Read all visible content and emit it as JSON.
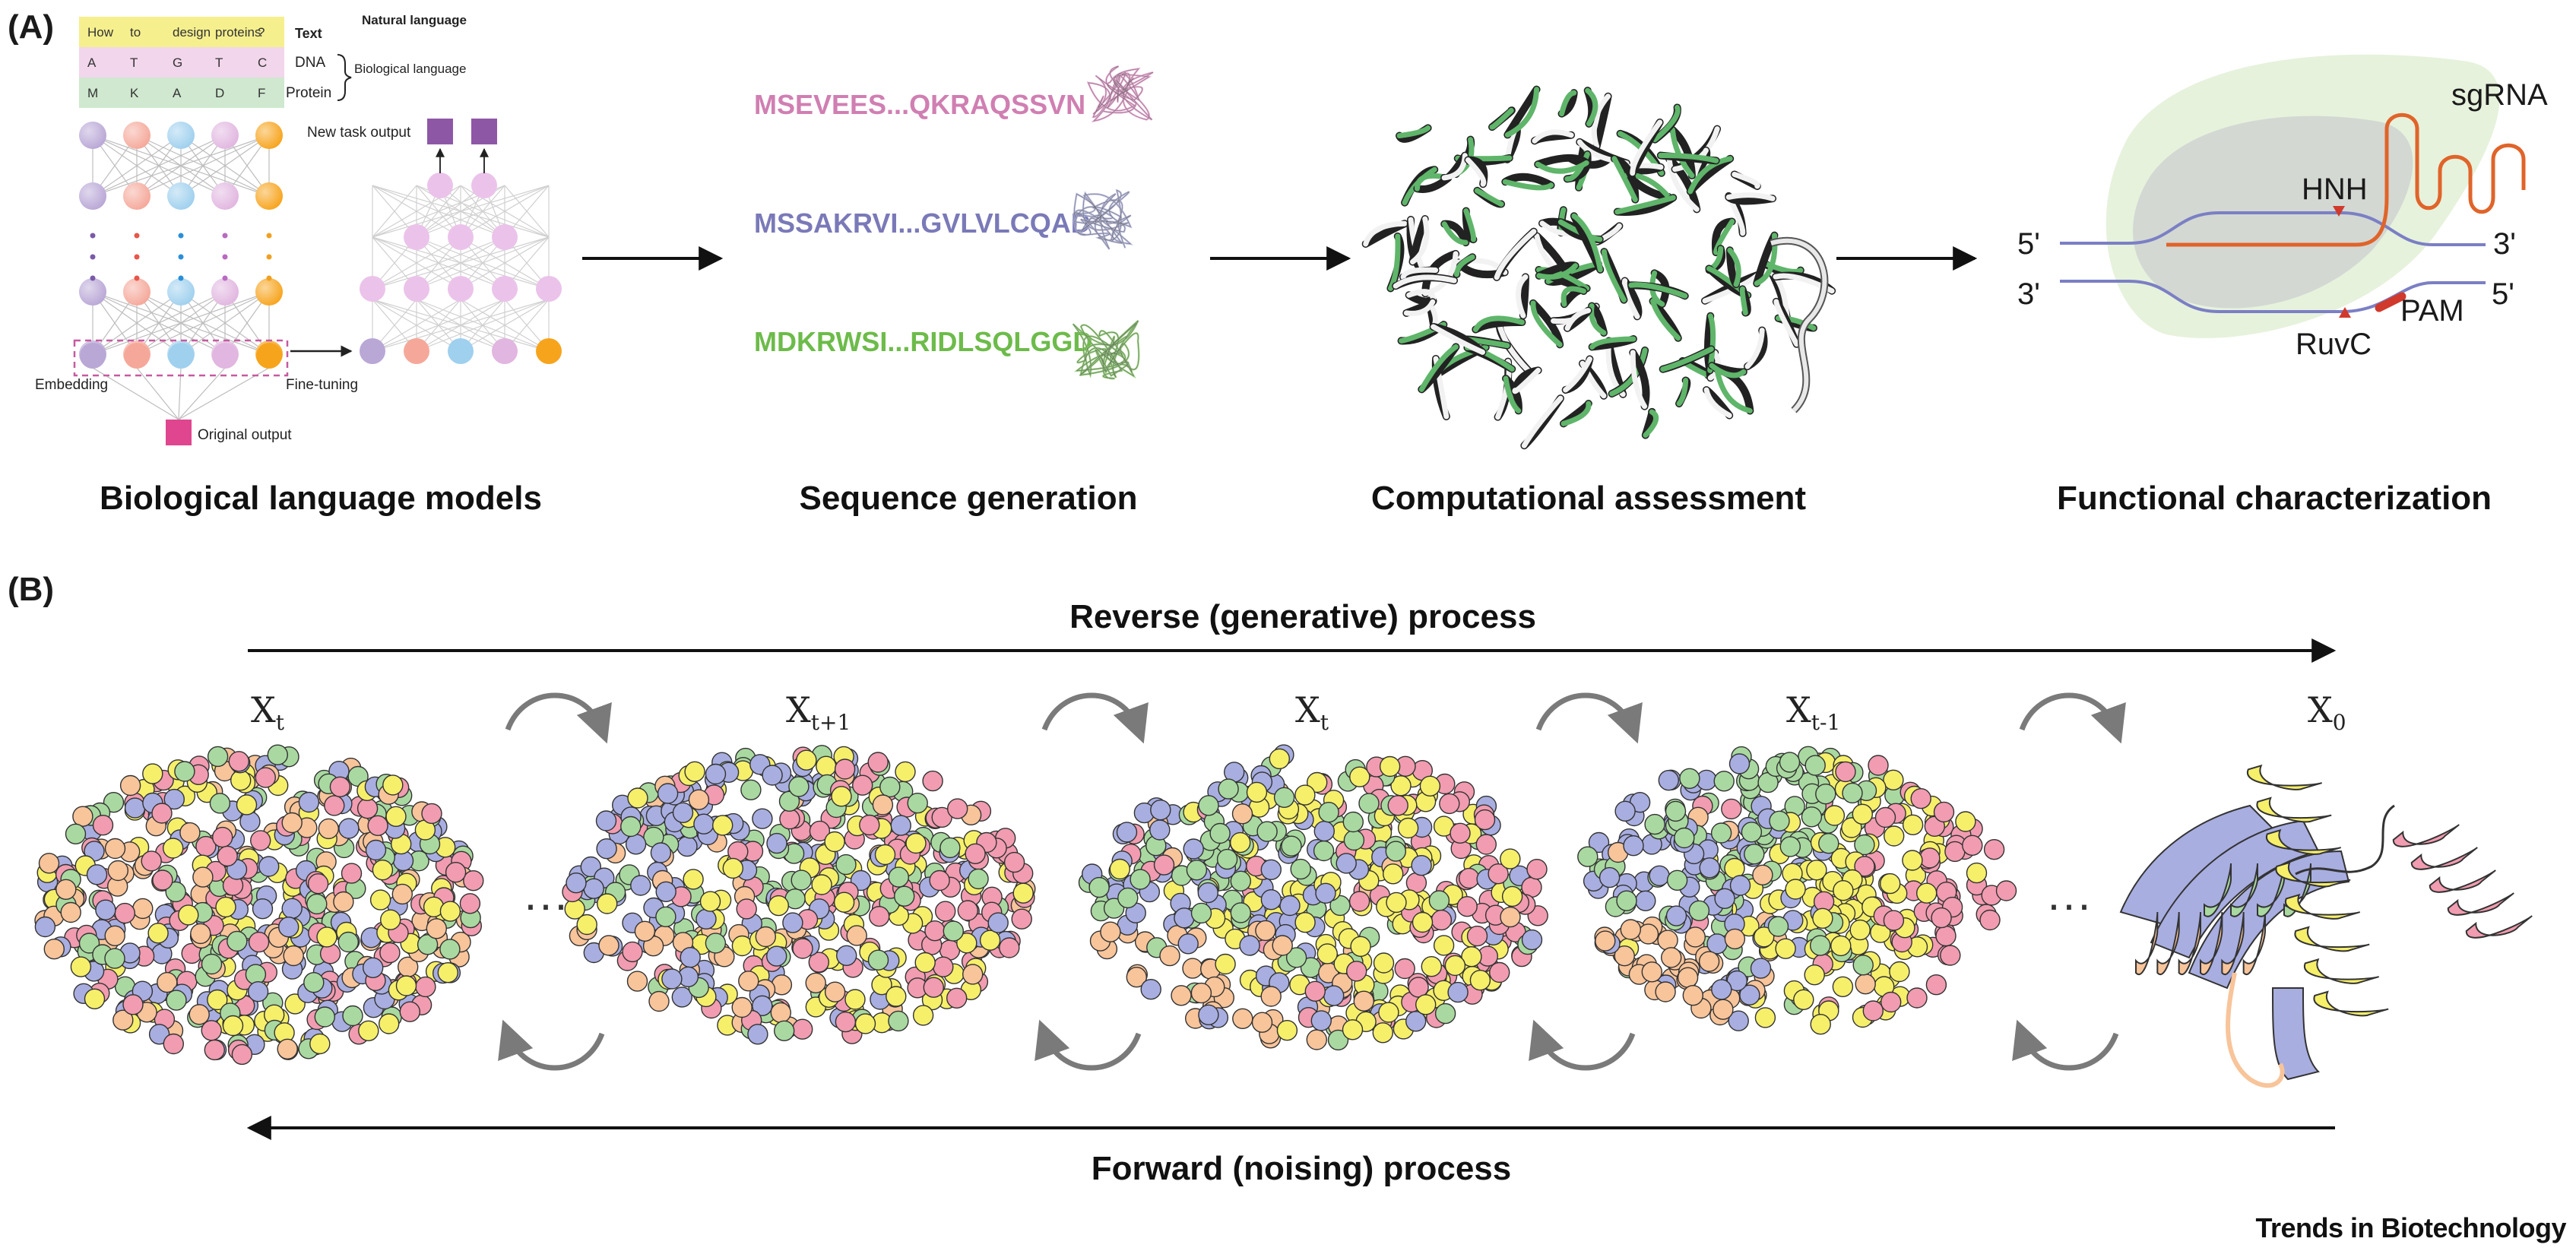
{
  "panels": {
    "a_label": "(A)",
    "b_label": "(B)"
  },
  "panel_a": {
    "token_table": {
      "text_tokens": [
        "How",
        "to",
        "design",
        "proteins",
        "?"
      ],
      "dna_tokens": [
        "A",
        "T",
        "G",
        "T",
        "C"
      ],
      "protein_tokens": [
        "M",
        "K",
        "A",
        "D",
        "F"
      ],
      "row_labels": {
        "text": "Text",
        "dna": "DNA",
        "protein": "Protein"
      },
      "natural_language": "Natural language",
      "biological_language": "Biological language"
    },
    "model": {
      "embedding": "Embedding",
      "fine_tuning": "Fine-tuning",
      "original_output": "Original output",
      "new_task_output": "New task output"
    },
    "sequences": [
      {
        "text": "MSEVEES...QKRAQSSVN",
        "color": "#d07fb2"
      },
      {
        "text": "MSSAKRVI...GVLVLCQAD",
        "color": "#7a79b8"
      },
      {
        "text": "MDKRWSI...RIDLSQLGGD",
        "color": "#6dbb4a"
      }
    ],
    "crispr": {
      "sgRNA": "sgRNA",
      "HNH": "HNH",
      "RuvC": "RuvC",
      "PAM": "PAM",
      "top_left": "5'",
      "top_right": "3'",
      "bottom_left": "3'",
      "bottom_right": "5'"
    },
    "steps": [
      "Biological language models",
      "Sequence generation",
      "Computational assessment",
      "Functional characterization"
    ]
  },
  "panel_b": {
    "reverse_label": "Reverse (generative)  process",
    "forward_label": "Forward (noising) process",
    "states": [
      {
        "base": "X",
        "sub": "t"
      },
      {
        "base": "X",
        "sub": "t+1"
      },
      {
        "base": "X",
        "sub": "t"
      },
      {
        "base": "X",
        "sub": "t-1"
      },
      {
        "base": "X",
        "sub": "0"
      }
    ],
    "ellipsis": "···"
  },
  "colors": {
    "pink": "#f19cb0",
    "blue": "#a8aee0",
    "yellow": "#f6ef6a",
    "green": "#a9d9a0",
    "orange": "#f8c49a",
    "sgRNA": "#e0642a",
    "dna": "#7b7fc4"
  },
  "brand": {
    "part1": "Trends in ",
    "part2": "Biotechnology"
  }
}
